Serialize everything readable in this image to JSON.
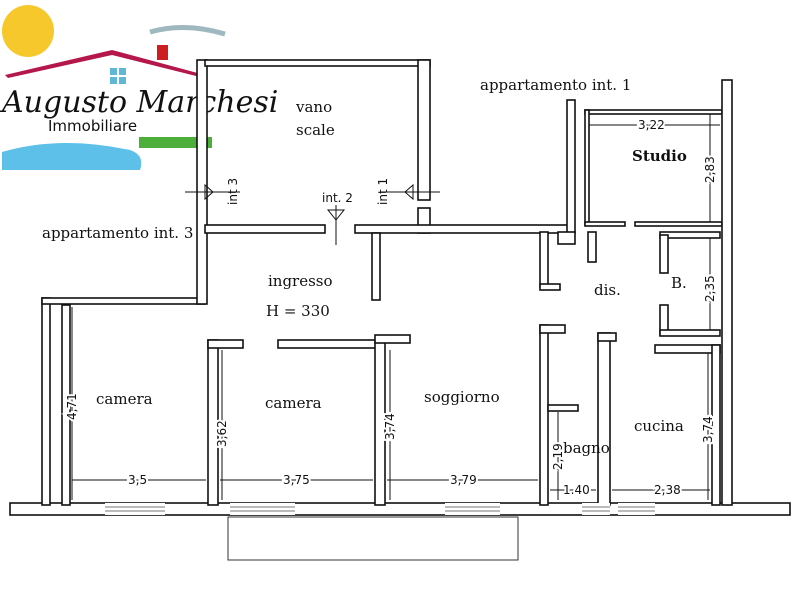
{
  "logo": {
    "name": "Augusto Marchesi",
    "subtitle": "Immobiliare",
    "colors": {
      "sun": "#f7c82c",
      "roof": "#b5174a",
      "chimney": "#cc1f1f",
      "window": "#5fb8d6",
      "wave": "#5cc0e8",
      "green": "#4caf3a"
    }
  },
  "labels": {
    "app1": "appartamento int. 1",
    "app3": "appartamento int. 3",
    "vano": "vano",
    "scale": "scale",
    "int1": "int 1",
    "int2": "int. 2",
    "int3": "int 3",
    "ingresso": "ingresso",
    "height": "H = 330",
    "studio": "Studio",
    "dis": "dis.",
    "b": "B.",
    "camera1": "camera",
    "camera2": "camera",
    "soggiorno": "soggiorno",
    "bagno": "bagno",
    "cucina": "cucina"
  },
  "dimensions": {
    "studio_w": "3,22",
    "studio_h": "2,83",
    "b_h": "2,35",
    "camera1_h": "4,71",
    "camera1_w": "3,5",
    "camera2_h": "3,62",
    "camera2_w": "3,75",
    "soggiorno_h": "3,74",
    "soggiorno_w": "3,79",
    "bagno_h": "2,19",
    "bagno_w": "1.40",
    "cucina_h": "3,74",
    "cucina_w": "2,38"
  }
}
